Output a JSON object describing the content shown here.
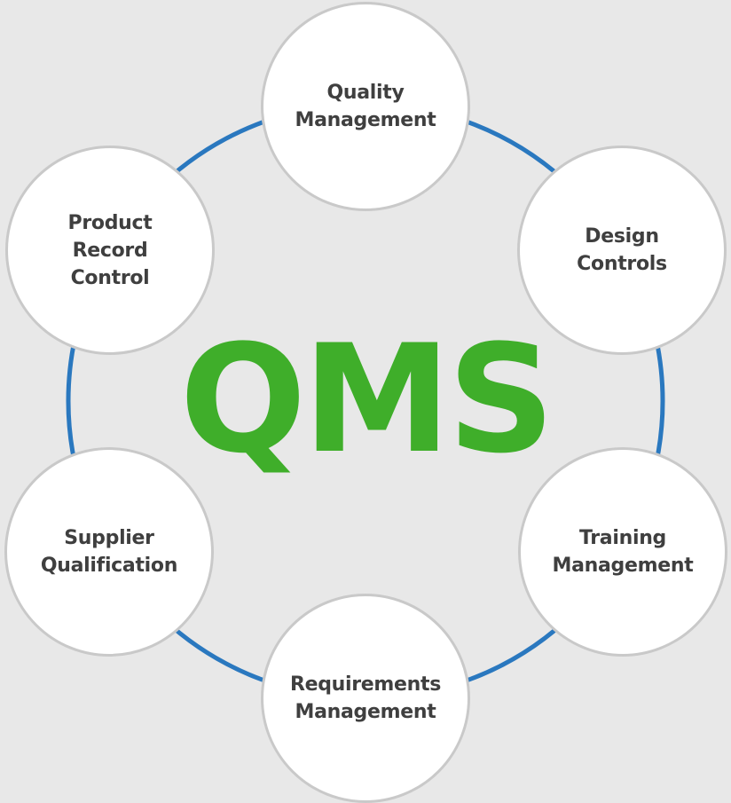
{
  "colors": {
    "background": "#e8e8e8",
    "ring": "#2a78bf",
    "accent": "#3fae2a",
    "node_fill": "#ffffff",
    "node_border": "#c9c9c9",
    "text": "#3f3f3f"
  },
  "center": {
    "title": "QMS"
  },
  "nodes": [
    {
      "id": "quality-management",
      "lines": [
        "Quality",
        "Management"
      ]
    },
    {
      "id": "design-controls",
      "lines": [
        "Design",
        "Controls"
      ]
    },
    {
      "id": "training-management",
      "lines": [
        "Training",
        "Management"
      ]
    },
    {
      "id": "requirements-management",
      "lines": [
        "Requirements",
        "Management"
      ]
    },
    {
      "id": "supplier-qualification",
      "lines": [
        "Supplier",
        "Qualification"
      ]
    },
    {
      "id": "product-record-control",
      "lines": [
        "Product",
        "Record",
        "Control"
      ]
    }
  ]
}
